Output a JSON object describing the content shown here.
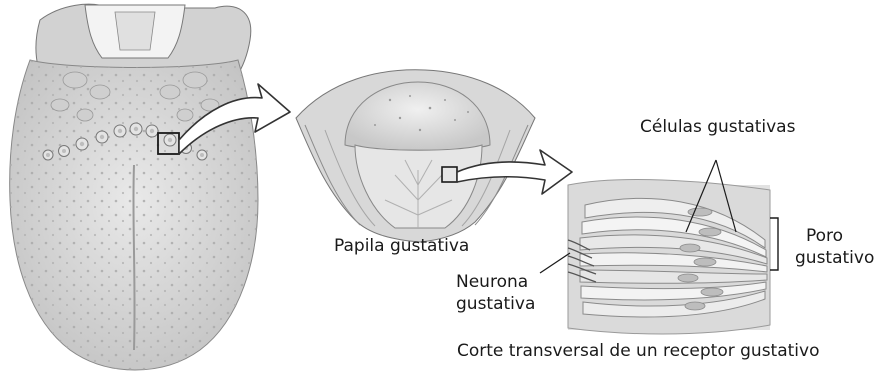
{
  "labels": {
    "taste_cells": "Células gustativas",
    "taste_papilla": "Papila gustativa",
    "taste_pore_line1": "Poro",
    "taste_pore_line2": "gustativo",
    "taste_neuron_line1": "Neurona",
    "taste_neuron_line2": "gustativa",
    "caption": "Corte transversal de un receptor gustativo"
  },
  "colors": {
    "tissue_light": "#e6e6e6",
    "tissue_mid": "#c9c9c9",
    "tissue_dark": "#8f8f8f",
    "outline": "#555555",
    "arrow_fill": "#ffffff",
    "arrow_stroke": "#333333"
  }
}
